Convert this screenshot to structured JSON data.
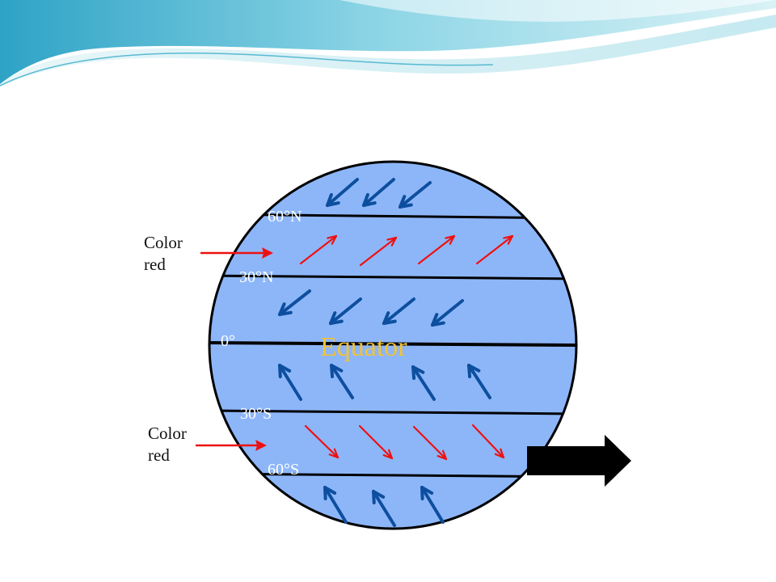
{
  "colors": {
    "globe_fill": "#8db6f9",
    "globe_stroke": "#000000",
    "easterly_arrow": "#0d4f9e",
    "westerly_arrow": "#ee1111",
    "equator_text": "#f2c232",
    "latitude_text": "#ffffff",
    "wave_top": "#3aa7c8"
  },
  "labels": {
    "lat_60n": "60°N",
    "lat_30n": "30°N",
    "lat_0": "0°",
    "lat_30s": "30°S",
    "lat_60s": "60°S",
    "equator": "Equator"
  },
  "notes": {
    "north": {
      "line1": "Color",
      "line2": "red"
    },
    "south": {
      "line1": "Color",
      "line2": "red"
    }
  },
  "icons": {
    "rotation_arrow": "thick-right-arrow-icon"
  },
  "wind_bands": [
    {
      "band": "polar-north",
      "direction": "southwest",
      "color": "blue",
      "count": 3
    },
    {
      "band": "mid-north",
      "direction": "northeast",
      "color": "red",
      "count": 4
    },
    {
      "band": "trade-north",
      "direction": "southwest",
      "color": "blue",
      "count": 4
    },
    {
      "band": "trade-south",
      "direction": "northwest",
      "color": "blue",
      "count": 4
    },
    {
      "band": "mid-south",
      "direction": "southeast",
      "color": "red",
      "count": 4
    },
    {
      "band": "polar-south",
      "direction": "northwest",
      "color": "blue",
      "count": 3
    }
  ]
}
